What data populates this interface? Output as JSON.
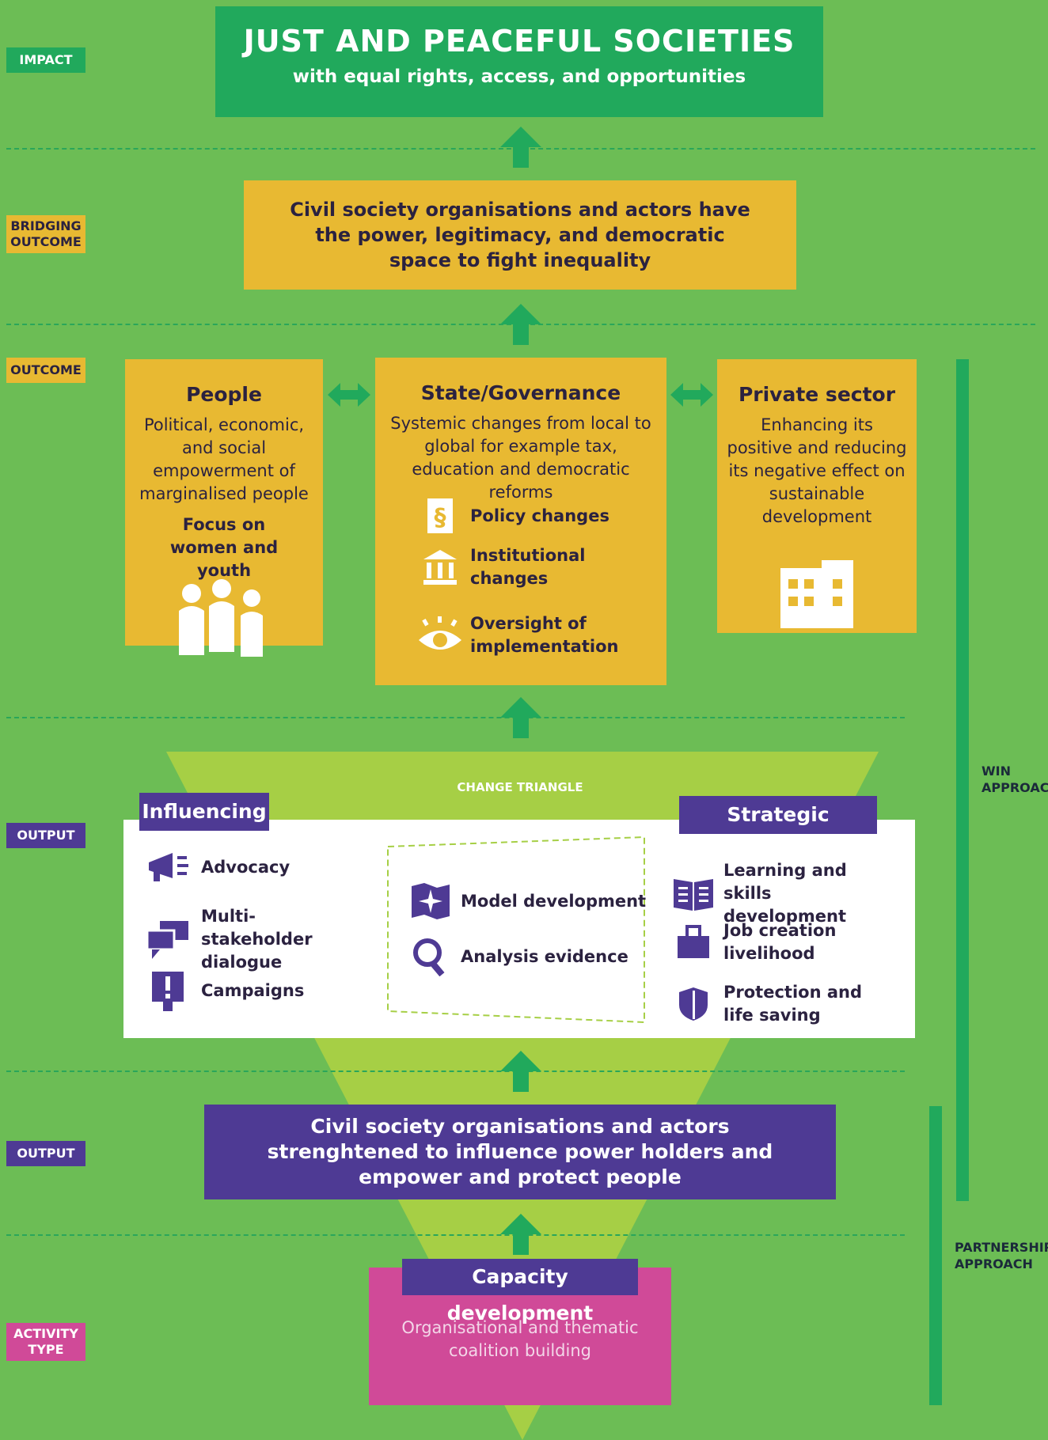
{
  "labels": {
    "impact": "IMPACT",
    "bridging_outcome": "BRIDGING OUTCOME",
    "outcome": "OUTCOME",
    "output1": "OUTPUT",
    "output2": "OUTPUT",
    "activity_type": "ACTIVITY TYPE"
  },
  "impact": {
    "title": "JUST AND PEACEFUL SOCIETIES",
    "subtitle": "with equal rights, access, and opportunities"
  },
  "bridging": {
    "text": "Civil society organisations and actors have the power, legitimacy, and democratic space to fight inequality"
  },
  "outcomes": {
    "people": {
      "title": "People",
      "description": "Political, economic, and social empowerment of marginalised people",
      "focus": "Focus on women and youth"
    },
    "state": {
      "title": "State/Governance",
      "description": "Systemic changes from local to global for example tax, education and democratic reforms",
      "items": [
        "Policy changes",
        "Institutional changes",
        "Oversight of implementation"
      ]
    },
    "private": {
      "title": "Private sector",
      "description": "Enhancing its positive and reducing its negative effect on sustainable development"
    }
  },
  "change_triangle": "CHANGE TRIANGLE",
  "influencing": {
    "title": "Influencing",
    "items": [
      "Advocacy",
      "Multi-stakeholder dialogue",
      "Campaigns"
    ]
  },
  "middle": {
    "items": [
      "Model development",
      "Analysis evidence"
    ]
  },
  "strategic": {
    "title": "Strategic delivery",
    "items": [
      "Learning and skills development",
      "Job creation livelihood",
      "Protection and life saving"
    ]
  },
  "output2": {
    "text": "Civil society organisations and actors strenghtened to influence power holders and empower and protect people"
  },
  "capacity": {
    "title": "Capacity development",
    "text": "Organisational and thematic coalition building"
  },
  "approaches": {
    "win": "WIN APPROACH",
    "partnership": "PARTNERSHIP APPROACH"
  },
  "colors": {
    "background": "#6cbd55",
    "impact_green": "#21a95c",
    "yellow": "#e8b932",
    "purple": "#4e3a94",
    "pink": "#d04a98",
    "triangle": "#a6cf45"
  }
}
